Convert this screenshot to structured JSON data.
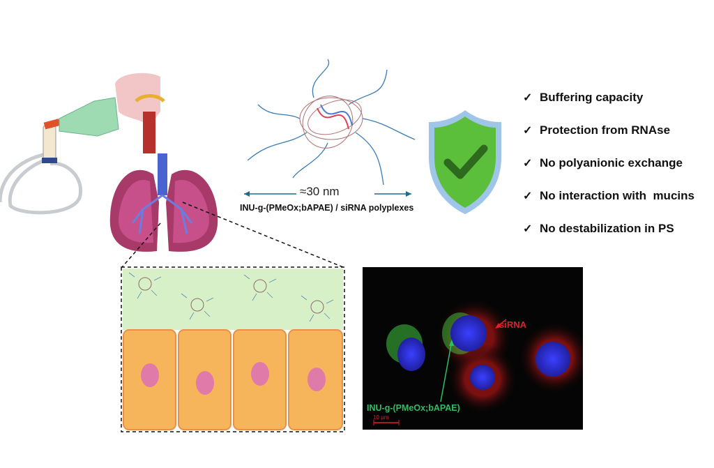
{
  "polyplex": {
    "size_label": "≈30 nm",
    "name_label": "INU-g-(PMeOx;bAPAE) / siRNA polyplexes"
  },
  "properties": [
    {
      "label": "Buffering capacity",
      "icon": "check-icon"
    },
    {
      "label": "Protection from RNAse",
      "icon": "check-icon"
    },
    {
      "label": "No polyanionic exchange",
      "icon": "check-icon"
    },
    {
      "label": "No interaction with  mucins",
      "icon": "check-icon"
    },
    {
      "label": "No destabilization in PS",
      "icon": "check-icon"
    }
  ],
  "check_symbol": "✓",
  "micrograph": {
    "sirna_label": "siRNA",
    "polymer_label": "INU-g-(PMeOx;bAPAE)",
    "scale_bar": "10 µm"
  },
  "colors": {
    "shield": "#5bbf3c",
    "shield_border": "#2e74b5",
    "cell": "#f7b55b",
    "mucus": "#d8f0c8",
    "sirna": "#e0202a",
    "polymer": "#2fbf63"
  }
}
